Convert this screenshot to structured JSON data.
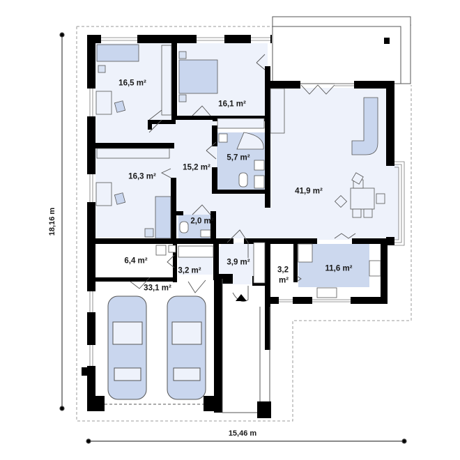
{
  "plan": {
    "colors": {
      "wall": "#000000",
      "floor_light": "#eef2fb",
      "floor_blue": "#ccd8ee",
      "furniture_fill": "#c9d6ee",
      "outline": "#555555",
      "dashed_boundary": "#999999"
    },
    "dimensions": {
      "height": "18,16 m",
      "width": "15,46 m"
    },
    "rooms": [
      {
        "id": "bedroom-1",
        "area": "16,5 m²"
      },
      {
        "id": "bedroom-2",
        "area": "16,1 m²"
      },
      {
        "id": "bathroom",
        "area": "5,7 m²"
      },
      {
        "id": "hall",
        "area": "15,2 m²"
      },
      {
        "id": "bedroom-3",
        "area": "16,3 m²"
      },
      {
        "id": "toilet",
        "area": "2,0 m²"
      },
      {
        "id": "living-room",
        "area": "41,9 m²"
      },
      {
        "id": "utility",
        "area": "6,4 m²"
      },
      {
        "id": "wardrobe",
        "area": "3,2 m²"
      },
      {
        "id": "vestibule",
        "area": "3,9 m²"
      },
      {
        "id": "pantry",
        "area_line1": "3,2",
        "area_line2": "m²"
      },
      {
        "id": "kitchen",
        "area": "11,6 m²"
      },
      {
        "id": "garage",
        "area": "33,1 m²"
      }
    ]
  }
}
